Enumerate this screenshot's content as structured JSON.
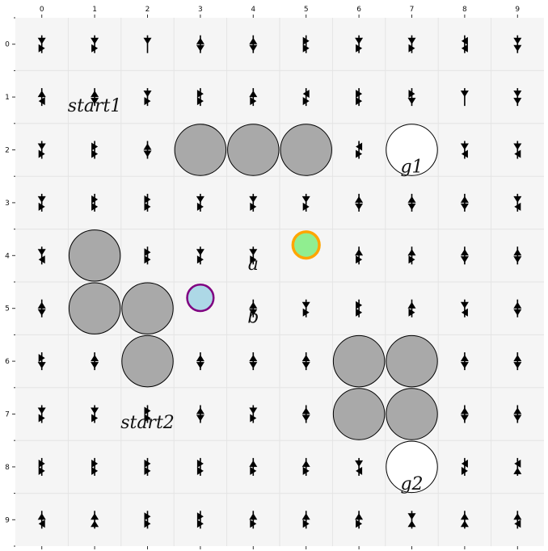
{
  "grid": {
    "rows": 10,
    "cols": 10,
    "x_ticks": [
      "0",
      "1",
      "2",
      "3",
      "4",
      "5",
      "6",
      "7",
      "8",
      "9"
    ],
    "y_ticks": [
      "0",
      "1",
      "2",
      "3",
      "4",
      "5",
      "6",
      "7",
      "8",
      "9"
    ],
    "colors": {
      "background": "#f5f5f5",
      "gridline": "#e4e4e4",
      "obstacle_fill": "#a9a9a9",
      "obstacle_stroke": "#000000",
      "arrow": "#000000",
      "agent_a_fill": "#90ee90",
      "agent_a_stroke": "#ffa500",
      "agent_b_fill": "#add8e6",
      "agent_b_stroke": "#800080",
      "goal_fill": "#ffffff"
    }
  },
  "obstacles": [
    {
      "row": 2,
      "col": 3
    },
    {
      "row": 2,
      "col": 4
    },
    {
      "row": 2,
      "col": 5
    },
    {
      "row": 4,
      "col": 1
    },
    {
      "row": 5,
      "col": 1
    },
    {
      "row": 5,
      "col": 2
    },
    {
      "row": 6,
      "col": 2
    },
    {
      "row": 6,
      "col": 6
    },
    {
      "row": 6,
      "col": 7
    },
    {
      "row": 7,
      "col": 6
    },
    {
      "row": 7,
      "col": 7
    }
  ],
  "goals": [
    {
      "row": 2,
      "col": 7,
      "label": "g1"
    },
    {
      "row": 8,
      "col": 7,
      "label": "g2"
    }
  ],
  "agents": [
    {
      "name": "a",
      "row": 3.8,
      "col": 5,
      "radius_cells": 0.25
    },
    {
      "name": "b",
      "row": 4.8,
      "col": 3,
      "radius_cells": 0.25
    }
  ],
  "labels": [
    {
      "text": "start1",
      "row": 1.35,
      "col": 1
    },
    {
      "text": "start2",
      "row": 7.35,
      "col": 2
    },
    {
      "text": "a",
      "row": 4.35,
      "col": 4
    },
    {
      "text": "b",
      "row": 5.35,
      "col": 4
    }
  ],
  "arrows": [
    [
      "S,E",
      "S,E",
      "S",
      "N,S",
      "N,S",
      "E,E",
      "S,E",
      "S,E",
      "W,W",
      "S,S"
    ],
    [
      "N,W",
      "N,S",
      "S,E",
      "E,E",
      "N,E",
      "W,E",
      "E,E",
      "E,S",
      "S",
      "S,S"
    ],
    [
      "S,E",
      "E,E",
      "N,S",
      "",
      "",
      "",
      "W,E",
      "N,N",
      "S,W",
      "S,W"
    ],
    [
      "S,E",
      "E,E",
      "E,E",
      "S,E",
      "S,E",
      "S,E",
      "N,S",
      "N,S",
      "N,S",
      "S,W"
    ],
    [
      "S,W",
      "",
      "E,E",
      "S,E",
      "S,E",
      "",
      "N,E",
      "N,E",
      "N,S",
      "N,S"
    ],
    [
      "N,S",
      "",
      "",
      "",
      "N,S",
      "S,E",
      "E,E",
      "N,E",
      "S,W",
      "N,S"
    ],
    [
      "E,S",
      "N,S",
      "",
      "N,S",
      "N,S",
      "N,S",
      "",
      "",
      "N,S",
      "N,S"
    ],
    [
      "S,E",
      "S,E",
      "E,E",
      "N,S",
      "S,E",
      "N,S",
      "",
      "",
      "N,S",
      "N,S"
    ],
    [
      "E,E",
      "E,E",
      "E,E",
      "E,E",
      "N,E",
      "N,E",
      "S,W",
      "N,N",
      "W,E",
      "W,N"
    ],
    [
      "N,W",
      "N,N",
      "E,E",
      "E,E",
      "N,E",
      "N,E",
      "N,E",
      "S,N",
      "N,N",
      "N,W"
    ]
  ]
}
